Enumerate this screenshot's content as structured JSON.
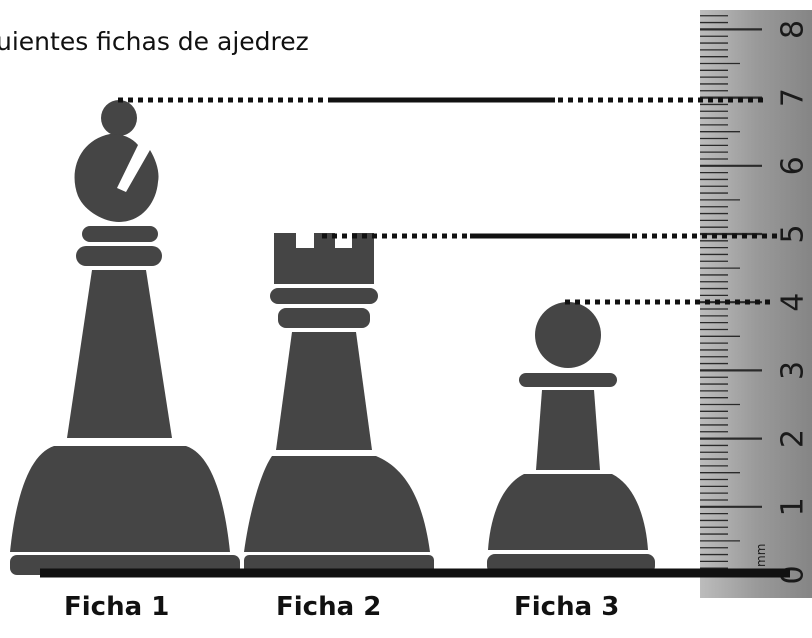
{
  "header": {
    "text": "uientes fichas de ajedrez"
  },
  "pieces": [
    {
      "label": "Ficha 1",
      "name": "bishop",
      "height_cm": 7
    },
    {
      "label": "Ficha 2",
      "name": "rook",
      "height_cm": 5
    },
    {
      "label": "Ficha 3",
      "name": "pawn",
      "height_cm": 4
    }
  ],
  "ruler": {
    "numbers": [
      "0",
      "1",
      "2",
      "3",
      "4",
      "5",
      "6",
      "7",
      "8"
    ],
    "unit": "mm"
  },
  "colors": {
    "piece": "#454545",
    "ruler_background": "#9c9c9c",
    "ruler_ticks": "#2a2a2a",
    "guide_lines": "#111111"
  }
}
